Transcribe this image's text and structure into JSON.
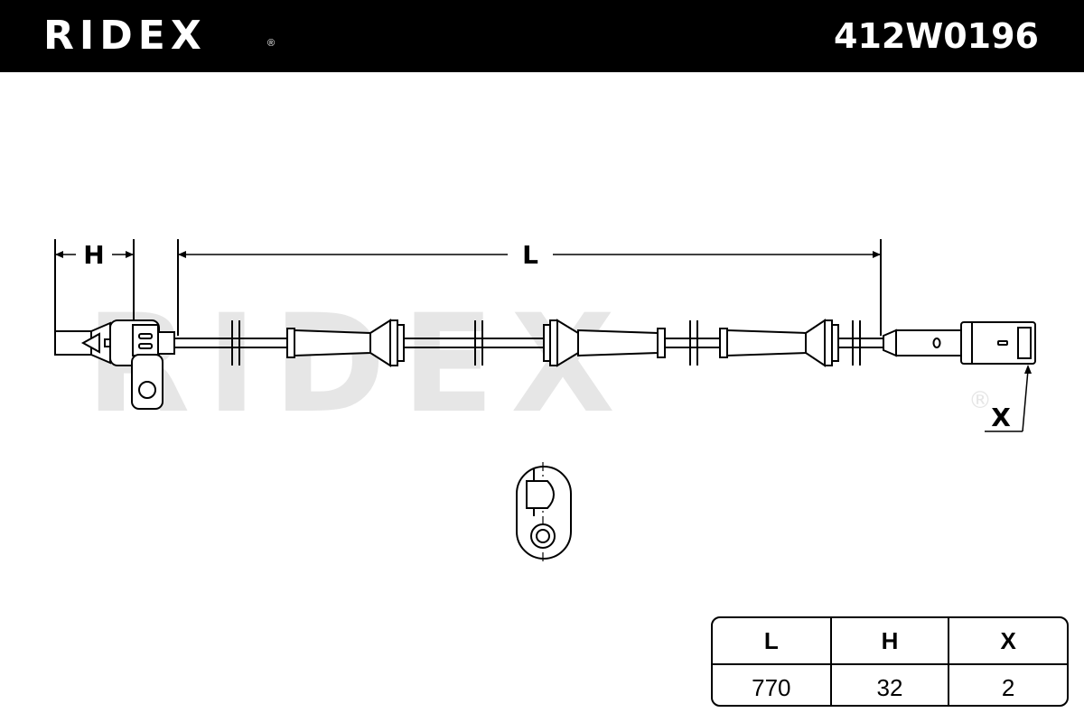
{
  "header": {
    "brand": "RIDEX",
    "brand_mark": "®",
    "part_number": "412W0196"
  },
  "watermark": {
    "text": "RIDEX",
    "mark": "®"
  },
  "dimensions": {
    "label_h": "H",
    "label_l": "L",
    "label_x": "X"
  },
  "spec_table": {
    "headers": [
      "L",
      "H",
      "X"
    ],
    "values": [
      "770",
      "32",
      "2"
    ]
  },
  "colors": {
    "header_bg": "#000000",
    "header_text": "#ffffff",
    "line": "#000000",
    "watermark": "#e6e6e6"
  }
}
